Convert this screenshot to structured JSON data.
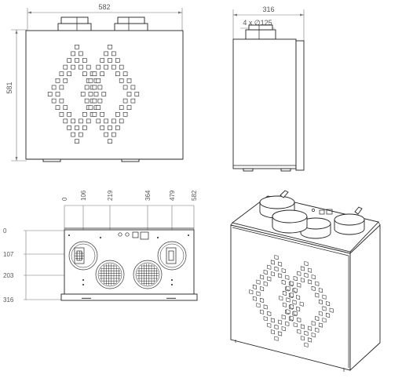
{
  "front_view": {
    "width_label": "582",
    "height_label": "581"
  },
  "side_view": {
    "depth_label": "316",
    "port_label": "4 x ∅125"
  },
  "top_view": {
    "x_ticks": [
      "0",
      "106",
      "219",
      "364",
      "479",
      "582"
    ],
    "y_ticks": [
      "0",
      "107",
      "203",
      "316"
    ]
  }
}
